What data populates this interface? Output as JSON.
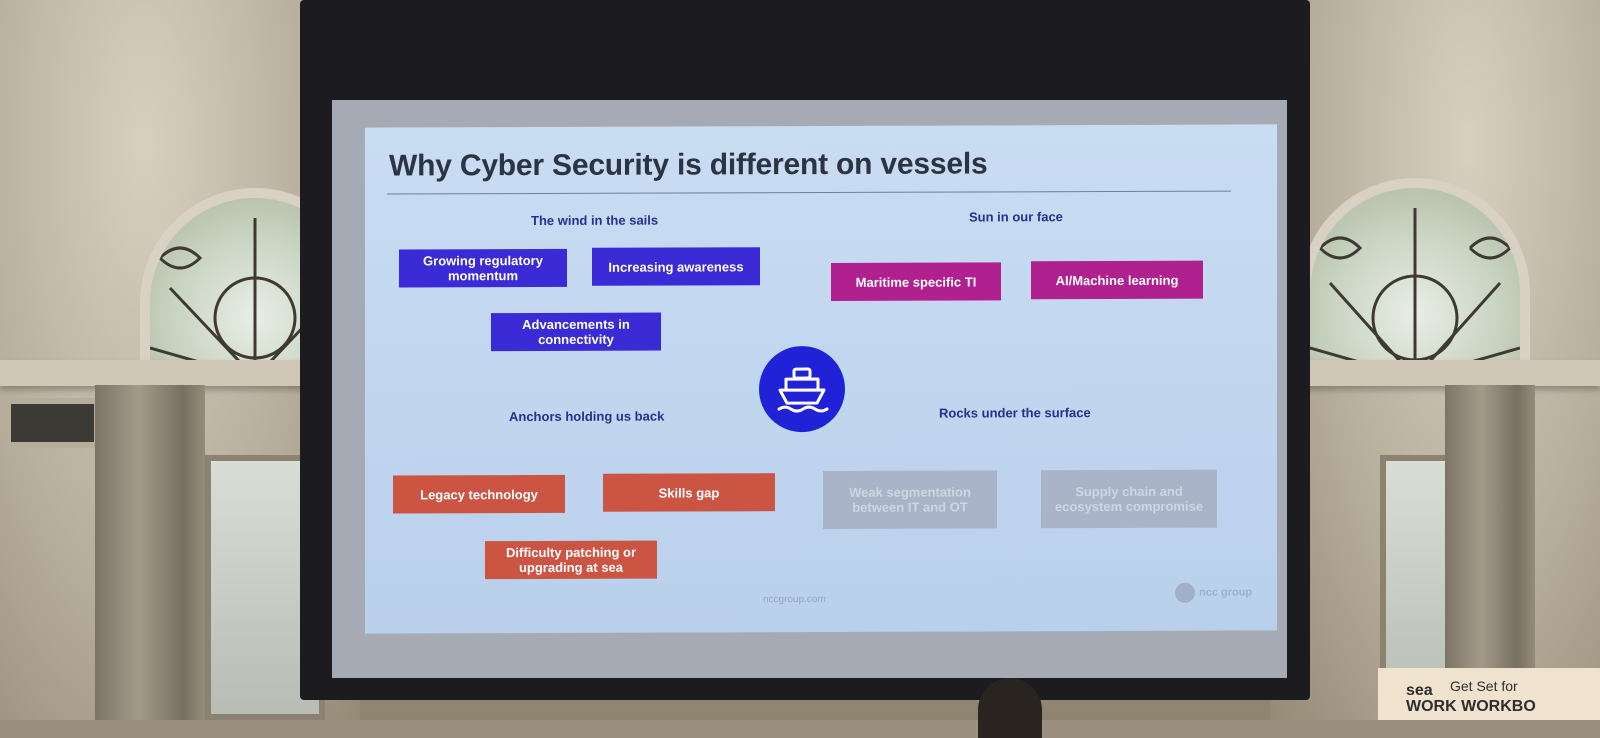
{
  "slide": {
    "title": "Why Cyber Security is different on vessels",
    "quadrants": {
      "wind": {
        "heading": "The wind in the sails",
        "items": [
          "Growing regulatory momentum",
          "Increasing awareness",
          "Advancements in connectivity"
        ]
      },
      "sun": {
        "heading": "Sun in our face",
        "items": [
          "Maritime specific TI",
          "AI/Machine learning"
        ]
      },
      "anchors": {
        "heading": "Anchors holding us back",
        "items": [
          "Legacy technology",
          "Skills gap",
          "Difficulty patching or upgrading at sea"
        ]
      },
      "rocks": {
        "heading": "Rocks under the surface",
        "items": [
          "Weak segmentation between IT and OT",
          "Supply chain and ecosystem compromise"
        ]
      }
    },
    "footer_url": "nccgroup.com",
    "logo_text": "ncc group"
  },
  "banner": {
    "brand": "sea",
    "line1": "Get Set for",
    "line2": "WORK WORKBO"
  },
  "colors": {
    "blue_box": "#3b2bd6",
    "magenta_box": "#b0208e",
    "red_box": "#cc5443",
    "grey_box": "#a9b4c8",
    "ship_circle": "#2022d8",
    "heading": "#2a2f8f"
  },
  "icons": {
    "ship": "ship-icon"
  }
}
